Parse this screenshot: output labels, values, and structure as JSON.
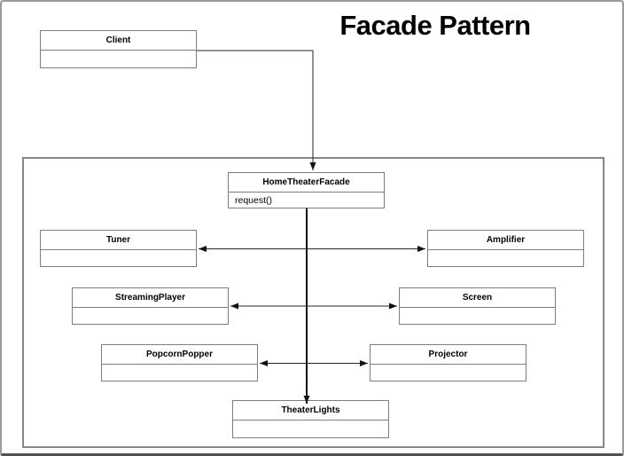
{
  "title": "Facade Pattern",
  "diagram": {
    "nodes": {
      "client": {
        "label": "Client"
      },
      "facade": {
        "label": "HomeTheaterFacade",
        "method": "request()"
      },
      "tuner": {
        "label": "Tuner"
      },
      "amplifier": {
        "label": "Amplifier"
      },
      "streaming_player": {
        "label": "StreamingPlayer"
      },
      "screen": {
        "label": "Screen"
      },
      "popcorn_popper": {
        "label": "PopcornPopper"
      },
      "projector": {
        "label": "Projector"
      },
      "theater_lights": {
        "label": "TheaterLights"
      }
    },
    "edges": [
      {
        "from": "Client",
        "to": "HomeTheaterFacade"
      },
      {
        "from": "HomeTheaterFacade",
        "to": "Tuner"
      },
      {
        "from": "HomeTheaterFacade",
        "to": "Amplifier"
      },
      {
        "from": "HomeTheaterFacade",
        "to": "StreamingPlayer"
      },
      {
        "from": "HomeTheaterFacade",
        "to": "Screen"
      },
      {
        "from": "HomeTheaterFacade",
        "to": "PopcornPopper"
      },
      {
        "from": "HomeTheaterFacade",
        "to": "Projector"
      },
      {
        "from": "HomeTheaterFacade",
        "to": "TheaterLights"
      }
    ],
    "colors": {
      "box_border": "#7d7d7d",
      "container_border": "#878787",
      "connector": "#262626",
      "background": "#ffffff"
    }
  }
}
